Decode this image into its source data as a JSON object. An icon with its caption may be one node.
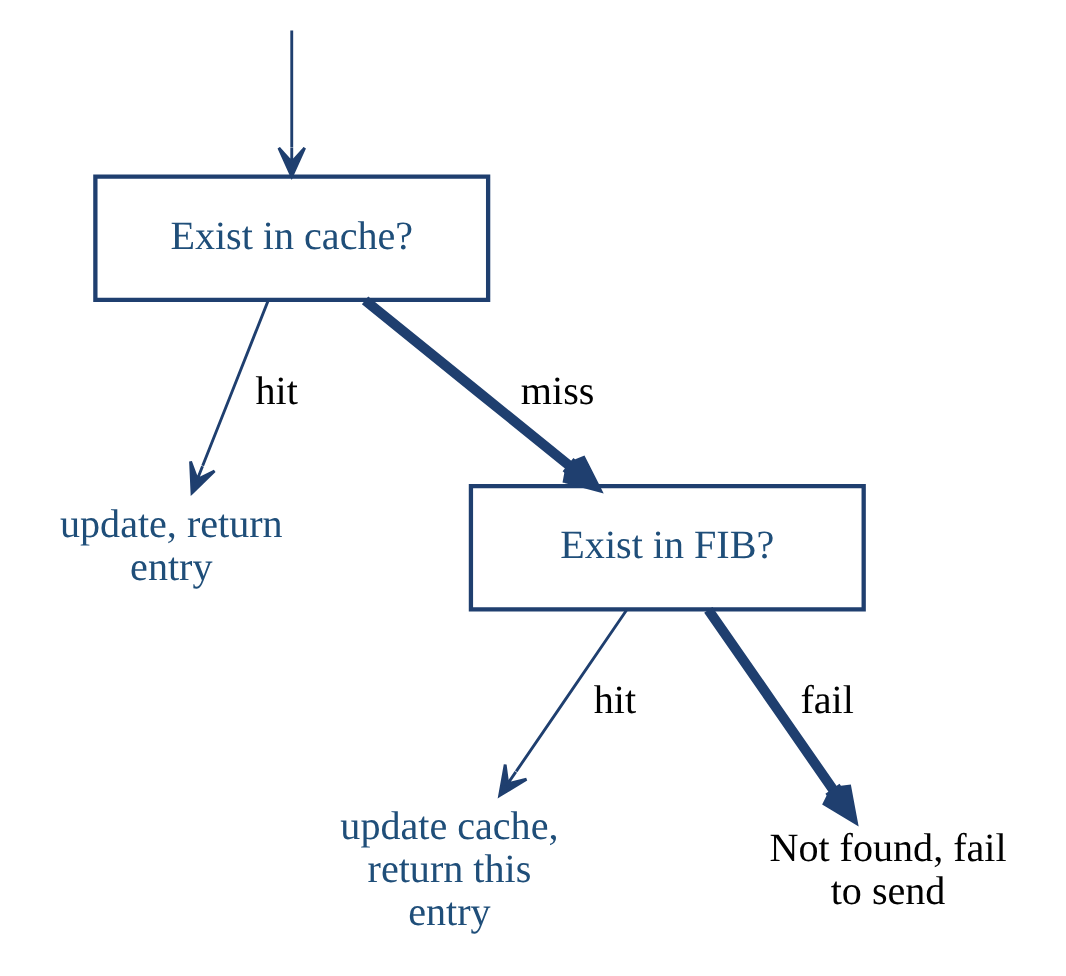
{
  "diagram": {
    "nodes": [
      {
        "text": [
          "Exist in cache?"
        ]
      },
      {
        "text": [
          "update, return entry"
        ]
      },
      {
        "text": [
          "Exist in FIB?"
        ]
      },
      {
        "text": [
          "update cache, return this entry"
        ]
      },
      {
        "text": [
          "Not found, fail to send"
        ]
      }
    ],
    "edges": [
      {
        "from": null,
        "to": 0,
        "arrow": "to"
      },
      {
        "from": 0,
        "to": 1,
        "arrow": "to",
        "label": "hit"
      },
      {
        "from": 0,
        "to": 2,
        "arrow": "to",
        "label": "miss",
        "style": "thick"
      },
      {
        "from": 2,
        "to": 3,
        "arrow": "to",
        "label": "hit"
      },
      {
        "from": 2,
        "to": 4,
        "arrow": "to",
        "label": "fail",
        "style": "thick"
      }
    ]
  }
}
